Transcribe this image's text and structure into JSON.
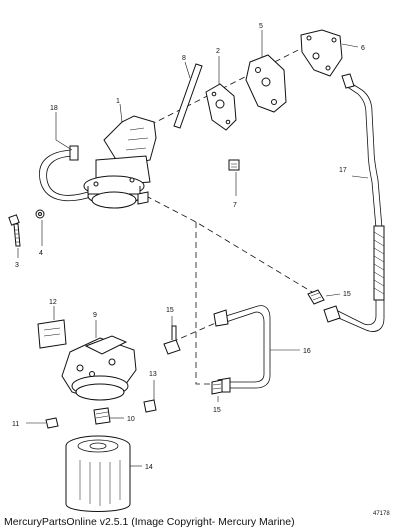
{
  "diagram": {
    "callouts": [
      "1",
      "2",
      "3",
      "4",
      "5",
      "6",
      "7",
      "8",
      "9",
      "10",
      "11",
      "12",
      "13",
      "14",
      "15",
      "15",
      "15",
      "16",
      "17",
      "18"
    ],
    "drawing_number": "47178"
  },
  "caption": "MercuryPartsOnline v2.5.1 (Image Copyright- Mercury Marine)"
}
